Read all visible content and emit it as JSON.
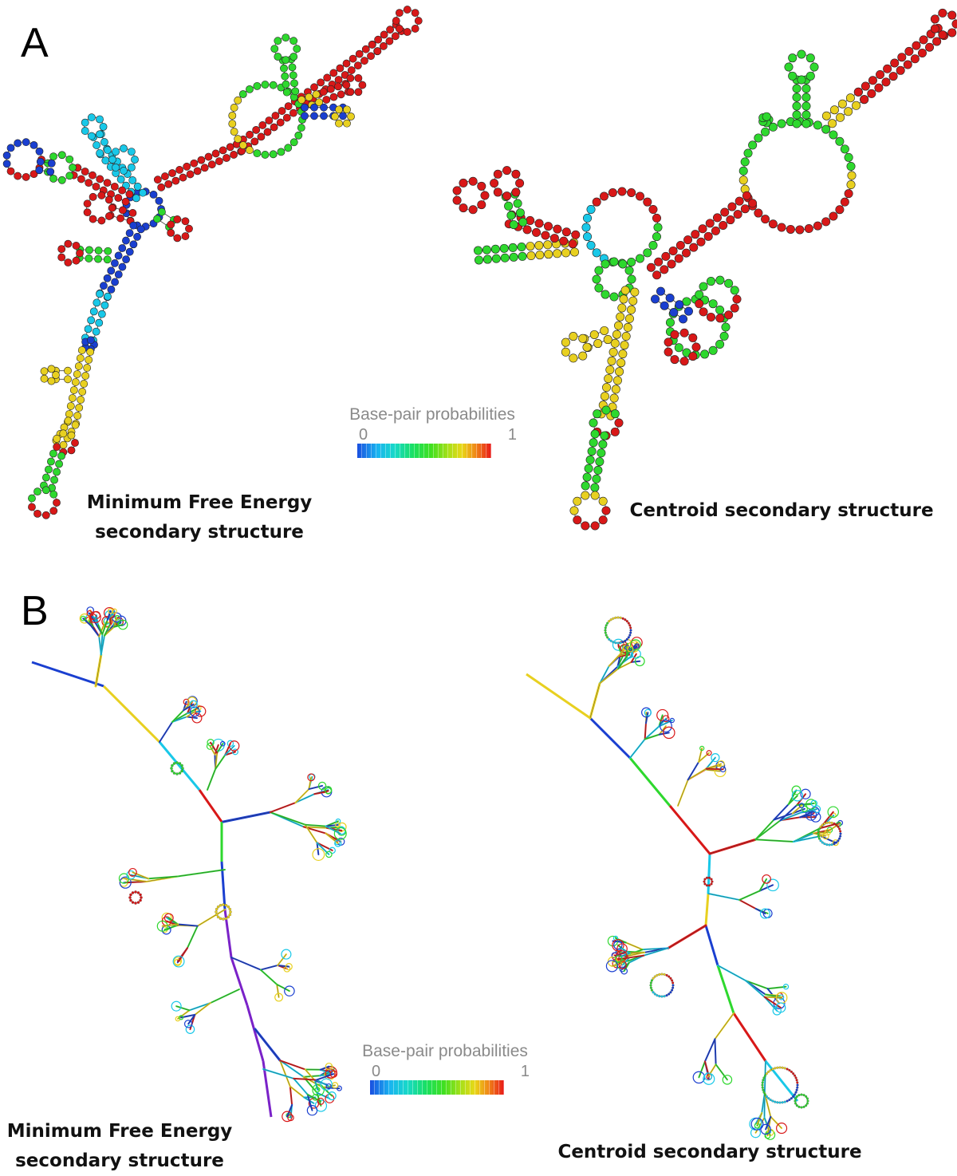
{
  "panels": [
    {
      "letter": "A",
      "left_caption": "Minimum Free Energy\nsecondary structure",
      "right_caption": "Centroid secondary structure",
      "legend": {
        "title": "Base-pair probabilities",
        "min": "0",
        "max": "1"
      }
    },
    {
      "letter": "B",
      "left_caption": "Minimum Free Energy\nsecondary structure",
      "right_caption": "Centroid secondary structure",
      "legend": {
        "title": "Base-pair probabilities",
        "min": "0",
        "max": "1"
      }
    }
  ],
  "colors": {
    "low": "#1a3fd0",
    "mid_low": "#19c8e8",
    "mid": "#2ed82e",
    "mid_high": "#e8d020",
    "high": "#d81818",
    "purple": "#7a22c8"
  }
}
